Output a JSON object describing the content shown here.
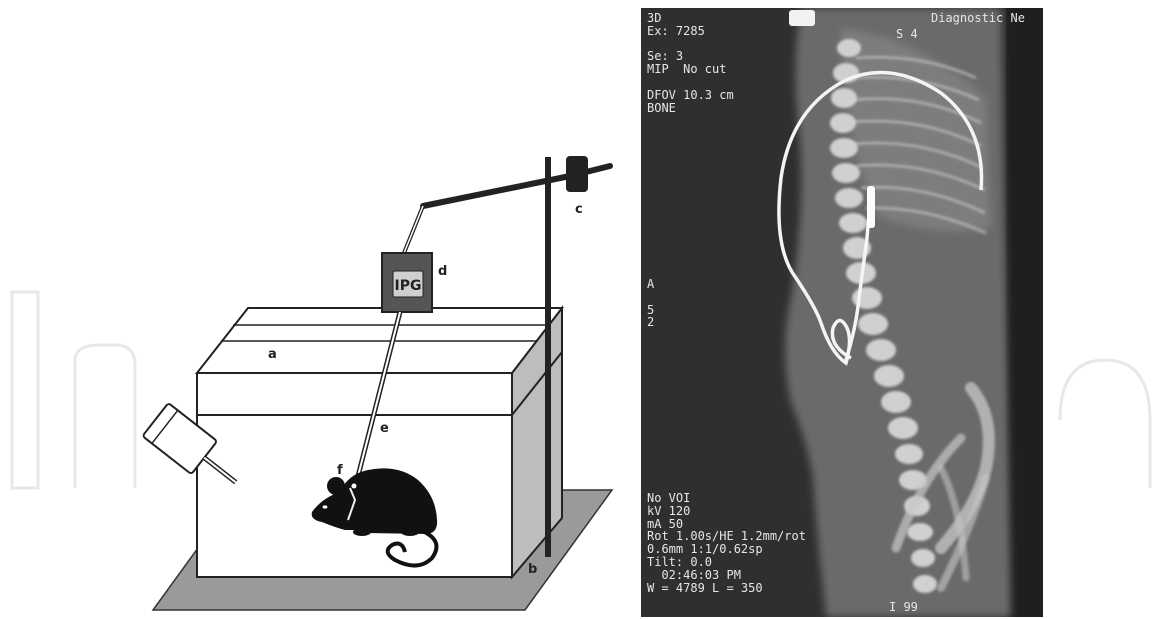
{
  "diagram": {
    "labels": {
      "a": "a",
      "b": "b",
      "c": "c",
      "d": "d",
      "e": "e",
      "f": "f",
      "ipg": "IPG"
    }
  },
  "ct_image": {
    "top_left": [
      "3D",
      "Ex: 7285",
      "",
      "Se: 3",
      "MIP  No cut",
      "",
      "DFOV 10.3 cm",
      "BONE"
    ],
    "top_right": "Diagnostic Ne",
    "top_mid": "S 4",
    "orientation": [
      "A",
      "",
      "5",
      "2"
    ],
    "bottom_left": [
      "No VOI",
      "kV 120",
      "mA 50",
      "Rot 1.00s/HE 1.2mm/rot",
      "0.6mm 1:1/0.62sp",
      "Tilt: 0.0",
      "  02:46:03 PM",
      "W = 4789 L = 350"
    ],
    "bottom_right": "I 99"
  },
  "colors": {
    "ct_background": "#2f2f2f",
    "diagram_line": "#222222",
    "platform": "#9a9a9a"
  }
}
